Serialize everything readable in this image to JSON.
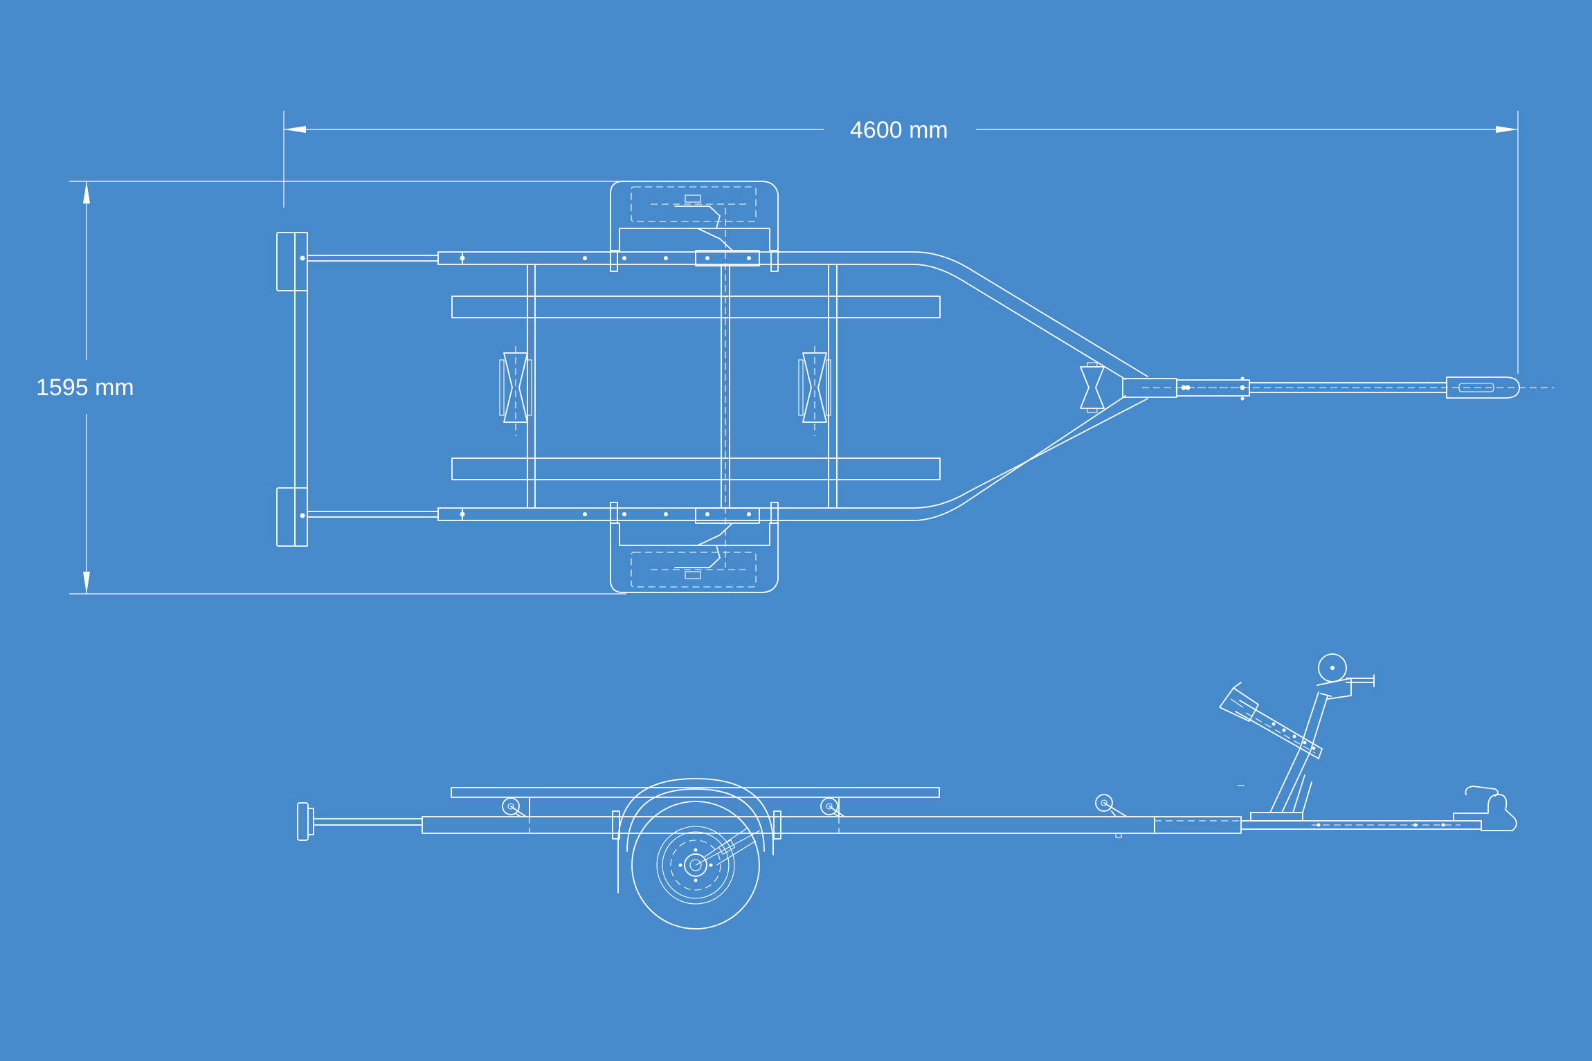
{
  "drawing": {
    "background": "#468acb",
    "line_color": "#ffffff",
    "views": [
      "top-view",
      "side-view"
    ]
  },
  "dimensions": {
    "length_label": "4600 mm",
    "width_label": "1595 mm"
  }
}
